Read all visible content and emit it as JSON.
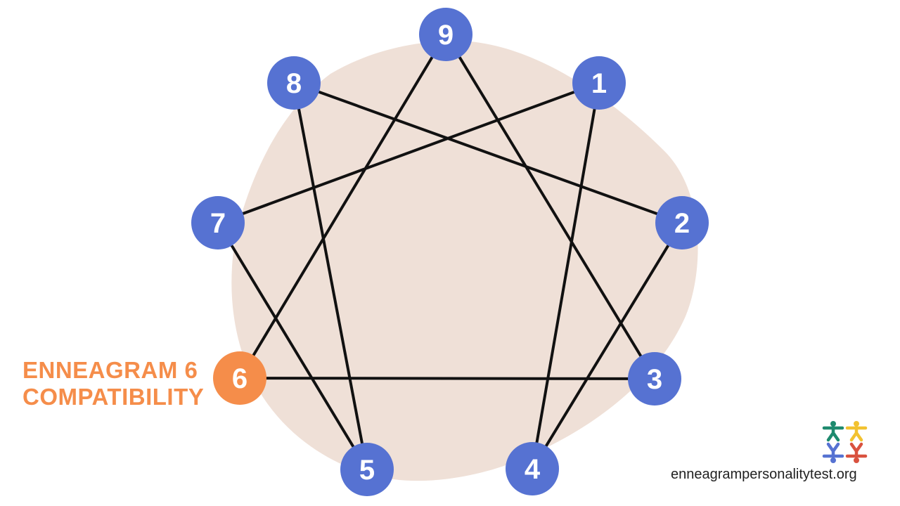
{
  "title": {
    "line1": "ENNEAGRAM 6",
    "line2": "COMPATIBILITY"
  },
  "website": "enneagrampersonalitytest.org",
  "colors": {
    "node": "#5672d2",
    "highlight_node": "#f58d4a",
    "blob": "#efe0d7",
    "lines": "#111111",
    "title": "#f58d4a",
    "logo": [
      "#1e8a6e",
      "#f2c230",
      "#5672d2",
      "#d9523f"
    ]
  },
  "highlighted_type": "6",
  "nodes": [
    {
      "label": "9"
    },
    {
      "label": "1"
    },
    {
      "label": "2"
    },
    {
      "label": "3"
    },
    {
      "label": "4"
    },
    {
      "label": "5"
    },
    {
      "label": "6"
    },
    {
      "label": "7"
    },
    {
      "label": "8"
    }
  ],
  "connections": [
    [
      "9",
      "3"
    ],
    [
      "3",
      "6"
    ],
    [
      "6",
      "9"
    ],
    [
      "1",
      "4"
    ],
    [
      "4",
      "2"
    ],
    [
      "2",
      "8"
    ],
    [
      "8",
      "5"
    ],
    [
      "5",
      "7"
    ],
    [
      "7",
      "1"
    ]
  ],
  "logo_icon": "people-figures-icon"
}
